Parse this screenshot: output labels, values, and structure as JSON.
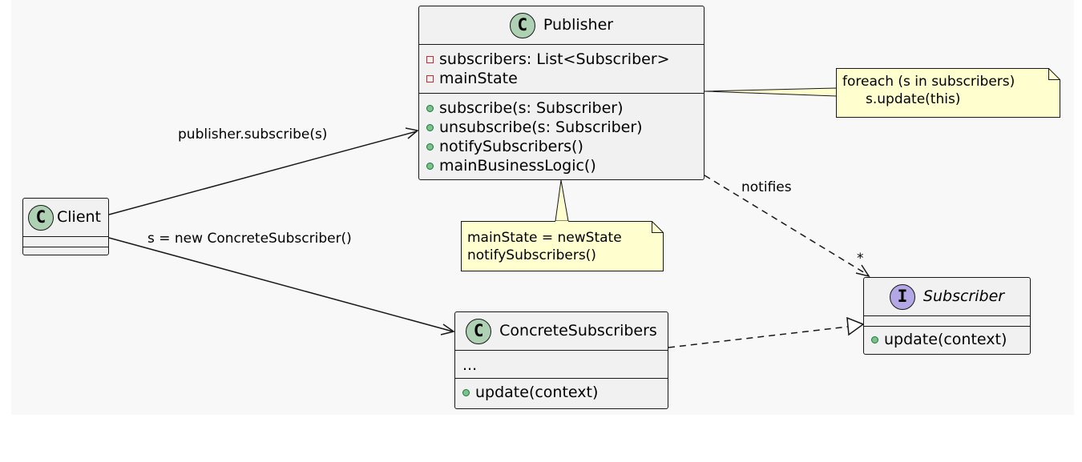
{
  "classes": {
    "publisher": {
      "name": "Publisher",
      "badge": "C",
      "fields": [
        "subscribers: List<Subscriber>",
        "mainState"
      ],
      "methods": [
        "subscribe(s: Subscriber)",
        "unsubscribe(s: Subscriber)",
        "notifySubscribers()",
        "mainBusinessLogic()"
      ]
    },
    "client": {
      "name": "Client",
      "badge": "C"
    },
    "concrete": {
      "name": "ConcreteSubscribers",
      "badge": "C",
      "fields": [
        "..."
      ],
      "methods": [
        "update(context)"
      ]
    },
    "subscriber": {
      "name": "Subscriber",
      "badge": "I",
      "methods": [
        "update(context)"
      ]
    }
  },
  "notes": {
    "publisher_note": [
      "foreach (s in subscribers)",
      "    s.update(this)"
    ],
    "state_note": [
      "mainState = newState",
      "notifySubscribers()"
    ]
  },
  "relations": {
    "client_publisher": "publisher.subscribe(s)",
    "client_concrete": "s = new ConcreteSubscriber()",
    "publisher_subscriber": "notifies",
    "publisher_subscriber_multiplicity": "*"
  },
  "colors": {
    "class_bg": "#f1f1f1",
    "border": "#181818",
    "note_bg": "#fefece",
    "class_badge": "#add1b2",
    "interface_badge": "#b4a7e5",
    "private_marker": "#c82930",
    "public_marker": "#84be84"
  }
}
